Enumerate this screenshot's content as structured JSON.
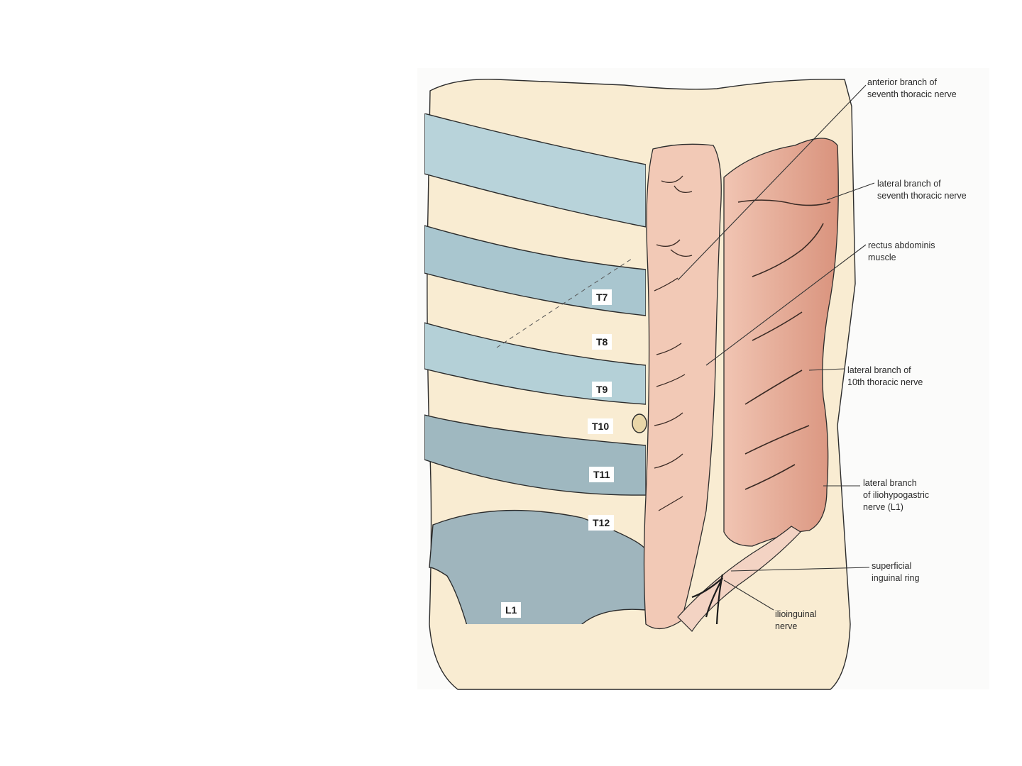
{
  "colors": {
    "skin": "#f9ecd2",
    "dermatome_band": "#b8d3da",
    "rectus": "#f2c9b6",
    "oblique": "#e2a591",
    "outline": "#2c2c2c",
    "label_line": "#333333"
  },
  "segments": {
    "t7": "T7",
    "t8": "T8",
    "t9": "T9",
    "t10": "T10",
    "t11": "T11",
    "t12": "T12",
    "l1": "L1"
  },
  "labels": {
    "anterior_branch_t7": [
      "anterior branch of",
      "seventh thoracic nerve"
    ],
    "lateral_branch_t7": [
      "lateral branch of",
      "seventh thoracic nerve"
    ],
    "rectus_abdominis": [
      "rectus abdominis",
      "muscle"
    ],
    "lateral_branch_t10": [
      "lateral branch of",
      "10th thoracic nerve"
    ],
    "lateral_branch_iliohypogastric": [
      "lateral branch",
      "of iliohypogastric",
      "nerve (L1)"
    ],
    "superficial_inguinal_ring": [
      "superficial",
      "inguinal ring"
    ],
    "ilioinguinal_nerve": [
      "ilioinguinal",
      "nerve"
    ]
  }
}
